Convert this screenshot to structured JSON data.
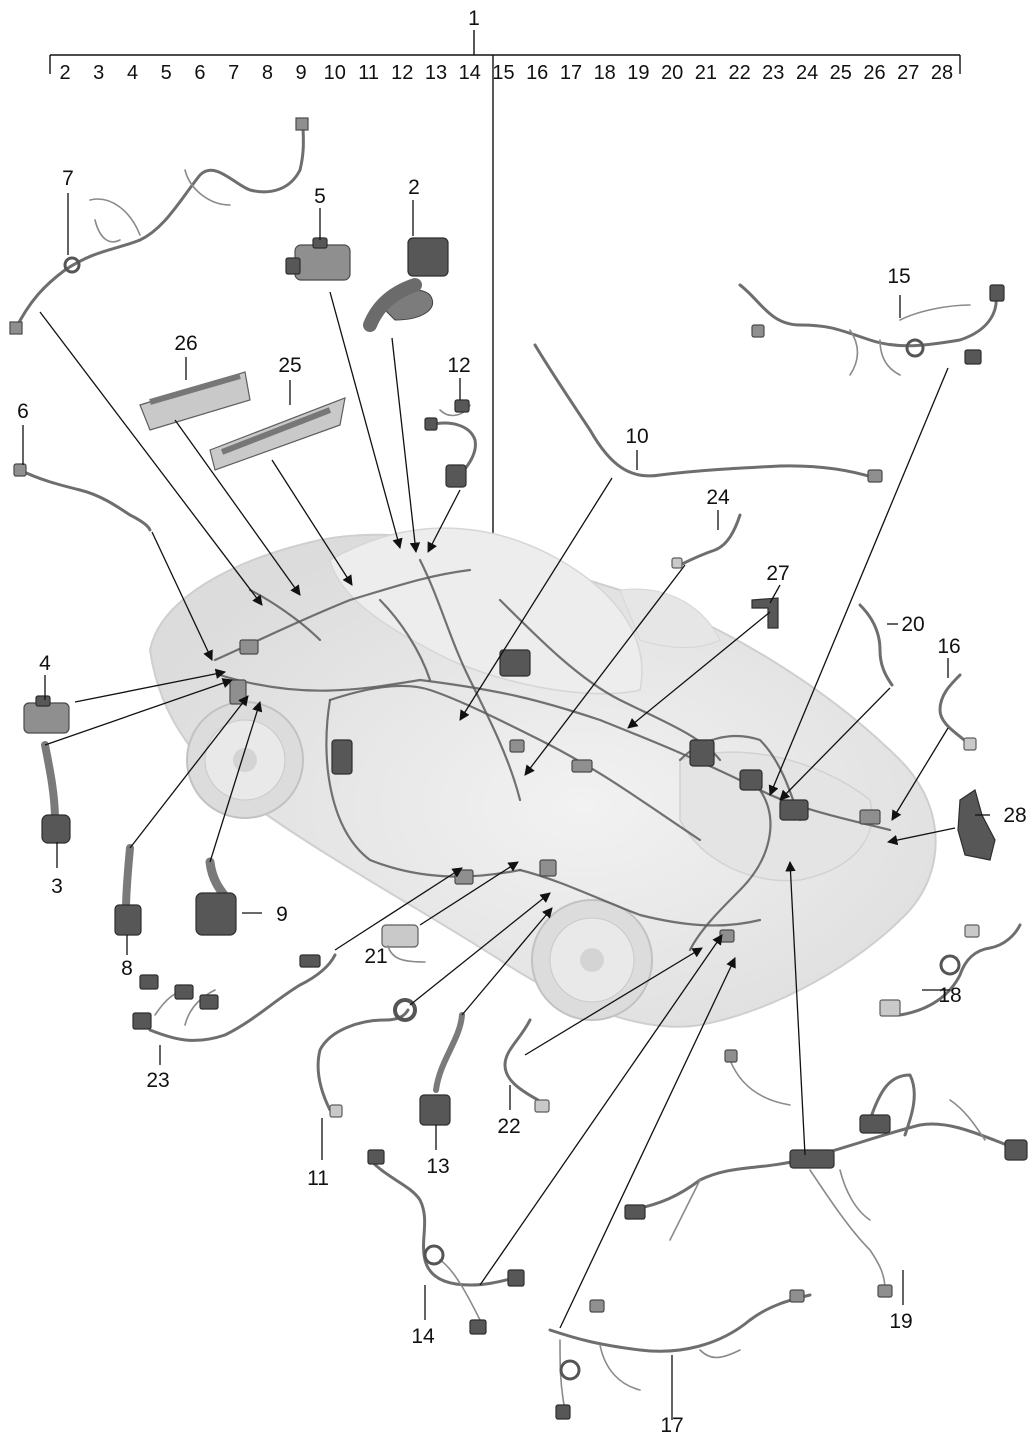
{
  "header": {
    "main_label": "1",
    "range_labels": [
      "2",
      "3",
      "4",
      "5",
      "6",
      "7",
      "8",
      "9",
      "10",
      "11",
      "12",
      "13",
      "14",
      "15",
      "16",
      "17",
      "18",
      "19",
      "20",
      "21",
      "22",
      "23",
      "24",
      "25",
      "26",
      "27",
      "28"
    ]
  },
  "callouts": [
    {
      "id": "2",
      "text": "2"
    },
    {
      "id": "3",
      "text": "3"
    },
    {
      "id": "4",
      "text": "4"
    },
    {
      "id": "5",
      "text": "5"
    },
    {
      "id": "6",
      "text": "6"
    },
    {
      "id": "7",
      "text": "7"
    },
    {
      "id": "8",
      "text": "8"
    },
    {
      "id": "9",
      "text": "9"
    },
    {
      "id": "10",
      "text": "10"
    },
    {
      "id": "11",
      "text": "11"
    },
    {
      "id": "12",
      "text": "12"
    },
    {
      "id": "13",
      "text": "13"
    },
    {
      "id": "14",
      "text": "14"
    },
    {
      "id": "15",
      "text": "15"
    },
    {
      "id": "16",
      "text": "16"
    },
    {
      "id": "17",
      "text": "17"
    },
    {
      "id": "18",
      "text": "18"
    },
    {
      "id": "19",
      "text": "19"
    },
    {
      "id": "20",
      "text": "20"
    },
    {
      "id": "21",
      "text": "21"
    },
    {
      "id": "22",
      "text": "22"
    },
    {
      "id": "23",
      "text": "23"
    },
    {
      "id": "24",
      "text": "24"
    },
    {
      "id": "25",
      "text": "25"
    },
    {
      "id": "26",
      "text": "26"
    },
    {
      "id": "27",
      "text": "27"
    },
    {
      "id": "28",
      "text": "28"
    }
  ],
  "colors": {
    "car_body": "#e9e9e9",
    "car_outline": "#c8c8c8",
    "wire": "#6e6e6e",
    "connector": "#8f8f8f",
    "label": "#111111"
  }
}
